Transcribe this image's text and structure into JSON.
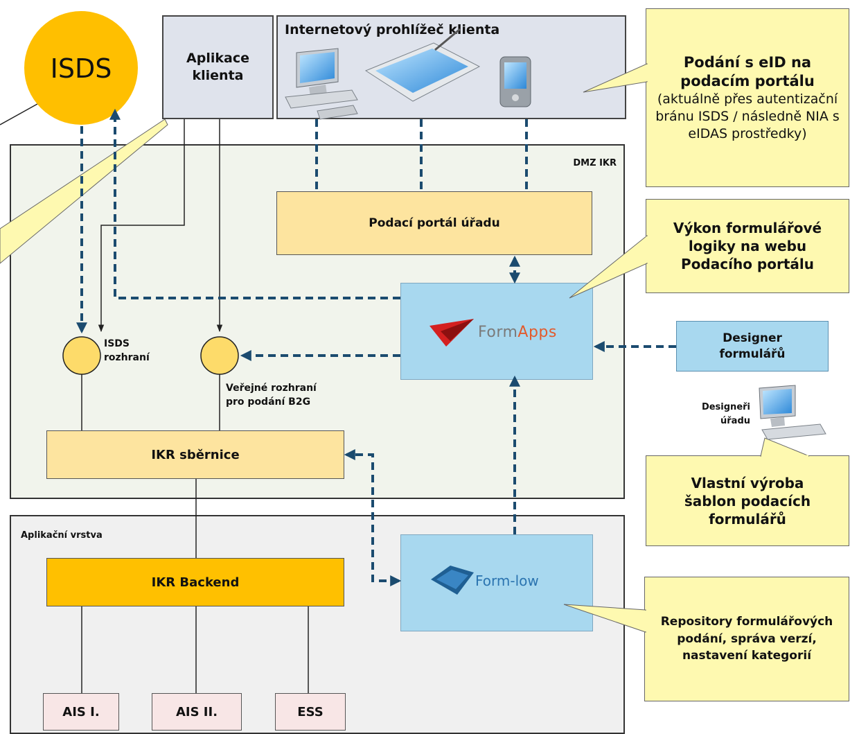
{
  "colors": {
    "dmz_bg": "#f1f4ec",
    "app_bg": "#f0f0f0",
    "client_bg": "#dfe3ec",
    "portal_bg": "#fde49f",
    "backend_bg": "#ffc000",
    "isds": "#ffbf00",
    "formapps_bg": "#a8d8ef",
    "callout_bg": "#fef9b0",
    "ais_bg": "#f8e6e6",
    "arrow": "#1b4b6f"
  },
  "isds": {
    "label": "ISDS"
  },
  "client_app": {
    "label": "Aplikace klienta"
  },
  "browser": {
    "title": "Internetový prohlížeč klienta",
    "devices": [
      "desktop-computer-icon",
      "tablet-icon",
      "pda-icon"
    ]
  },
  "dmz": {
    "label": "DMZ IKR"
  },
  "app_layer": {
    "label": "Aplikační vrstva"
  },
  "portal": {
    "label": "Podací portál úřadu"
  },
  "formapps": {
    "brand_prefix": "Form",
    "brand_suffix": "Apps"
  },
  "formflow": {
    "label": "Form-low"
  },
  "designer": {
    "label": "Designer formulářů"
  },
  "designers_office": {
    "label": "Designeři úřadu"
  },
  "interfaces": {
    "isds": "ISDS rozhraní",
    "public_line1": "Veřejné rozhraní",
    "public_line2": "pro podání B2G"
  },
  "bus": {
    "label": "IKR sběrnice"
  },
  "backend": {
    "label": "IKR Backend"
  },
  "systems": [
    "AIS I.",
    "AIS II.",
    "ESS"
  ],
  "callouts": {
    "eid": {
      "title": "Podání s eID na podacím portálu",
      "body": "(aktuálně přes autentizační bránu ISDS / následně NIA s eIDAS prostředky)"
    },
    "logic": "Výkon formulářové logiky na webu Podacího portálu",
    "templates": "Vlastní výroba šablon podacích formulářů",
    "repository": "Repository formulářových podání, správa verzí, nastavení kategorií"
  }
}
